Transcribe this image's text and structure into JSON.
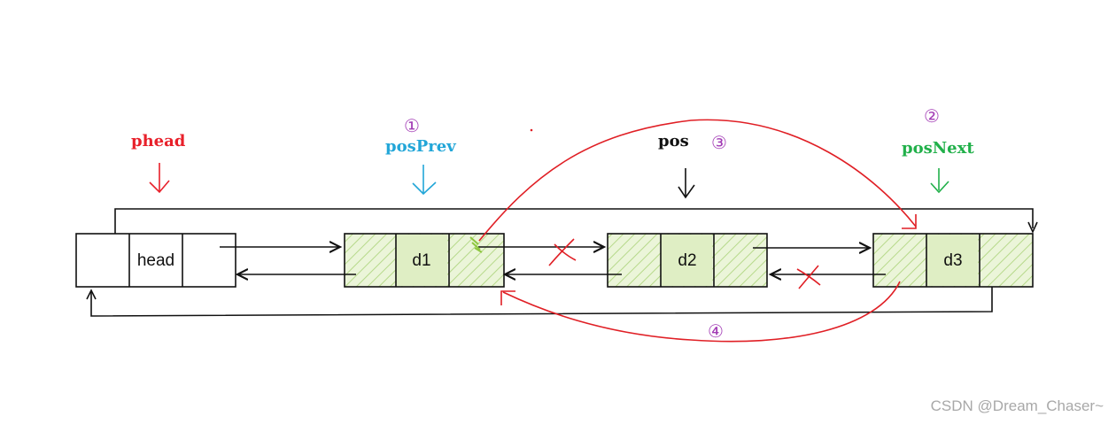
{
  "labels": {
    "phead": "phead",
    "posPrev": "posPrev",
    "pos": "pos",
    "posNext": "posNext"
  },
  "nodes": {
    "head": "head",
    "d1": "d1",
    "d2": "d2",
    "d3": "d3"
  },
  "steps": {
    "s1": "①",
    "s2": "②",
    "s3": "③",
    "s4": "④"
  },
  "watermark": "CSDN @Dream_Chaser~",
  "colors": {
    "phead": "#e8202a",
    "posPrev": "#22a6d8",
    "pos": "#111111",
    "posNext": "#21b04a",
    "step": "#a23bb5",
    "redArrow": "#e01f25",
    "nodeFill": "#e6f3cf",
    "hatch": "#b6d98a"
  }
}
